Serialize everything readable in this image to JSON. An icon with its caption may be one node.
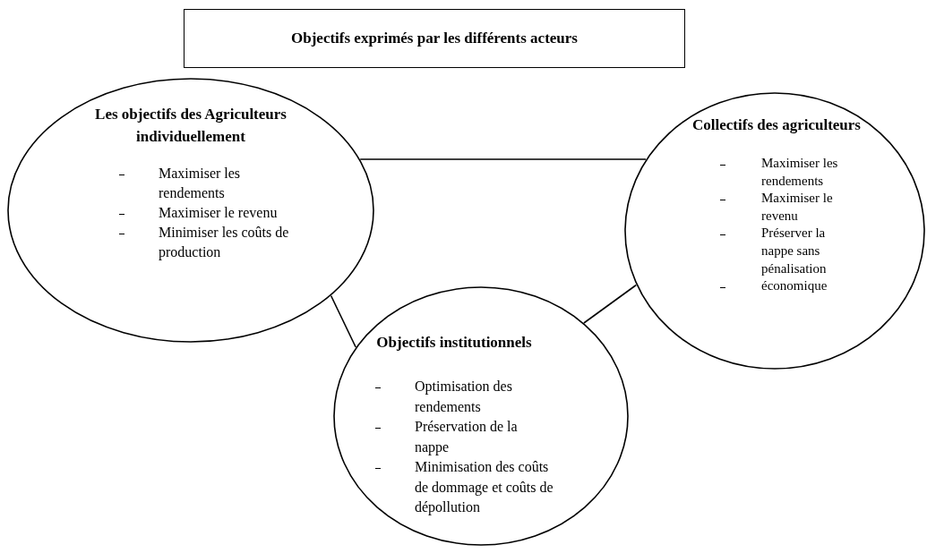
{
  "diagram": {
    "nodes": [
      {
        "text": [
          "Objectifs exprimés par les différents acteurs"
        ]
      },
      {
        "text": [
          "Les objectifs des Agriculteurs individuellement",
          "Maximiser les rendements",
          "Maximiser le revenu",
          "Minimiser les coûts de production"
        ]
      },
      {
        "text": [
          "Collectifs des agriculteurs",
          "Maximiser les rendements",
          "Maximiser le revenu",
          "Préserver la nappe sans pénalisation",
          "économique"
        ]
      },
      {
        "text": [
          "Objectifs institutionnels",
          "Optimisation des rendements",
          "Préservation de la nappe",
          "Minimisation des coûts de dommage et coûts de dépollution"
        ]
      }
    ],
    "edges": [
      {
        "from": 1,
        "to": 2,
        "arrow": "none"
      },
      {
        "from": 1,
        "to": 3,
        "arrow": "none"
      },
      {
        "from": 2,
        "to": 3,
        "arrow": "none"
      }
    ]
  }
}
